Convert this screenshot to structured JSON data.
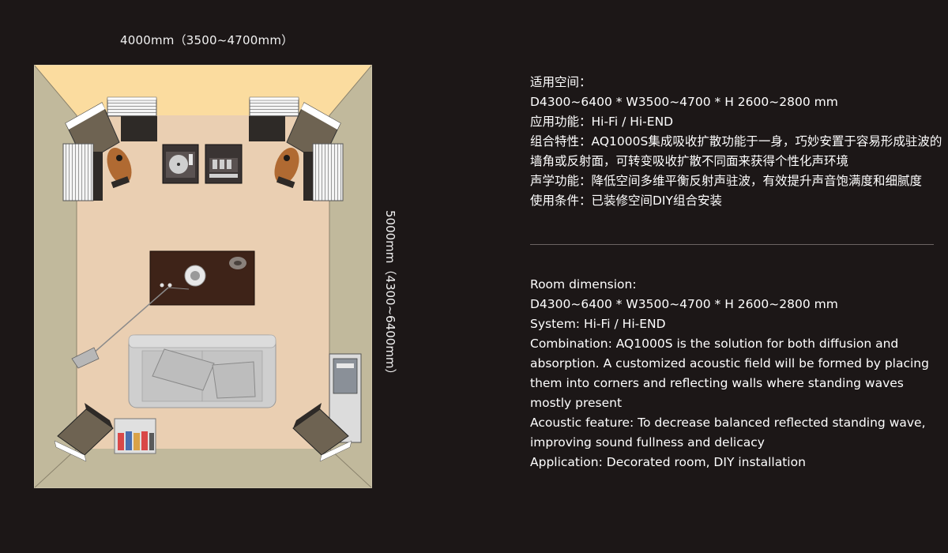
{
  "dimensions": {
    "width_label": "4000mm（3500~4700mm）",
    "length_label": "5000mm（4300~6400mm）"
  },
  "info_cn": [
    "适用空间：",
    "D4300~6400 * W3500~4700 * H 2600~2800 mm",
    "应用功能：Hi-Fi / Hi-END",
    "组合特性：AQ1000S集成吸收扩散功能于一身，巧妙安置于容易形成驻波的墙角或反射面，可转变吸收扩散不同面来获得个性化声环境",
    "声学功能：降低空间多维平衡反射声驻波，有效提升声音饱满度和细腻度",
    "使用条件：已装修空间DIY组合安装"
  ],
  "info_en": [
    "Room dimension:",
    "D4300~6400 * W3500~4700 * H 2600~2800 mm",
    "System: Hi-Fi / Hi-END",
    "Combination: AQ1000S is the solution for both diffusion and absorption. A customized acoustic field will be formed by placing them into corners and reflecting walls where standing waves mostly present",
    "Acoustic feature: To decrease balanced reflected standing wave, improving sound fullness and delicacy",
    "Application: Decorated room, DIY installation"
  ],
  "colors": {
    "background": "#1c1717",
    "floor": "#eacfb2",
    "back_wall": "#fbdc9f",
    "side_wall": "#c1b99c",
    "panel_dark": "#6e6352",
    "table_wood": "#3e2318",
    "sofa": "#cfcfcf"
  }
}
